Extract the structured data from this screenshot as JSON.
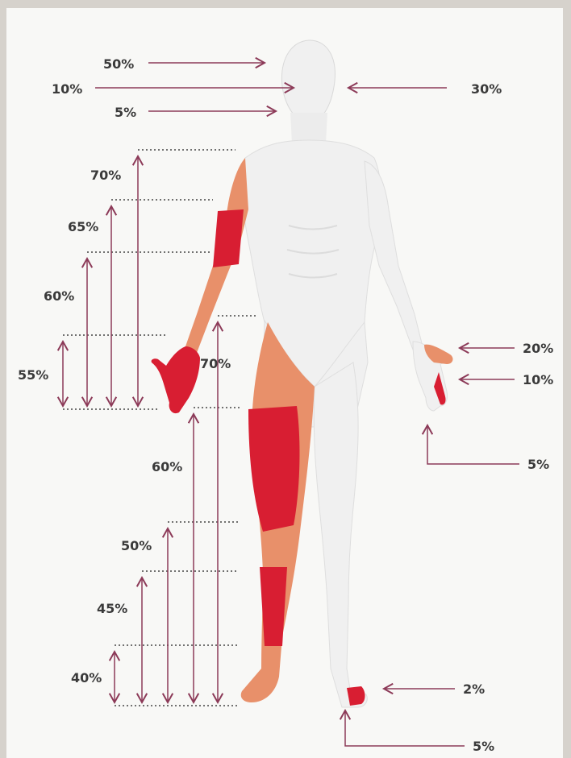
{
  "colors": {
    "background": "#d6d2cc",
    "panel": "#f8f8f6",
    "body": "#f0f0f0",
    "body_shade": "#d9d9d9",
    "skin": "#e8906a",
    "highlight_red": "#d81e32",
    "arrow": "#8c3a58",
    "guide_line": "#444444"
  },
  "labels": {
    "head_top": "50%",
    "head_face": "10%",
    "head_chin": "5%",
    "head_back": "30%",
    "arm_shoulder": "70%",
    "arm_upper": "65%",
    "arm_elbow": "60%",
    "arm_forearm": "55%",
    "leg_hip": "70%",
    "leg_thigh": "60%",
    "leg_knee": "50%",
    "leg_shin": "45%",
    "leg_ankle": "40%",
    "hand_palm": "20%",
    "hand_fingers": "10%",
    "hand_finger": "5%",
    "foot_toes": "2%",
    "foot_big_toe": "5%"
  },
  "icons": [
    "human-body-figure",
    "arrow-icon"
  ]
}
